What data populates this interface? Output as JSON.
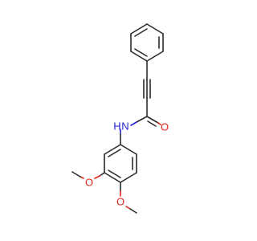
{
  "molecule": {
    "atoms": {
      "carbonyl_oxygen": "O",
      "amide_nitrogen": "N",
      "amide_hydrogen": "H",
      "methoxy_oxygen_upper": "O",
      "methoxy_oxygen_lower": "O"
    },
    "colors": {
      "bond": "#2b2b2b",
      "oxygen": "#e8261f",
      "nitrogen": "#2323d6"
    }
  }
}
